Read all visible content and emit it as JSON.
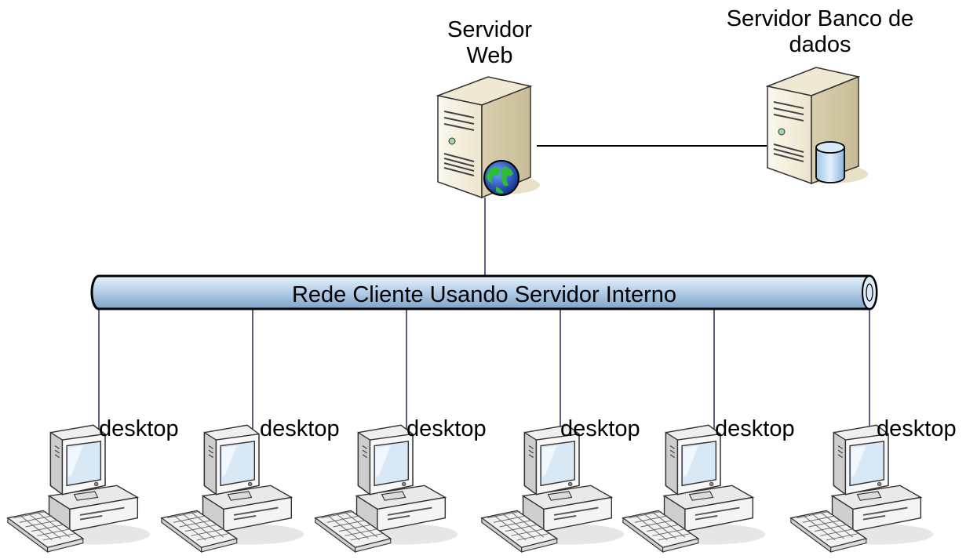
{
  "servers": {
    "web": {
      "label_line1": "Servidor",
      "label_line2": "Web",
      "icon": "web-server-icon"
    },
    "db": {
      "label_line1": "Servidor Banco de",
      "label_line2": "dados",
      "icon": "database-server-icon"
    }
  },
  "network": {
    "label": "Rede Cliente Usando Servidor Interno",
    "icon": "network-bus-pipe"
  },
  "clients": [
    {
      "label": "desktop",
      "icon": "desktop-computer-icon"
    },
    {
      "label": "desktop",
      "icon": "desktop-computer-icon"
    },
    {
      "label": "desktop",
      "icon": "desktop-computer-icon"
    },
    {
      "label": "desktop",
      "icon": "desktop-computer-icon"
    },
    {
      "label": "desktop",
      "icon": "desktop-computer-icon"
    },
    {
      "label": "desktop",
      "icon": "desktop-computer-icon"
    }
  ],
  "colors": {
    "pipe_fill": "#bcd3ea",
    "pipe_stroke": "#000000",
    "link_line": "#2a2a5a",
    "server_body": "#f4efdc",
    "server_shadow": "#e6dcc0",
    "screen": "#c9dff0"
  }
}
